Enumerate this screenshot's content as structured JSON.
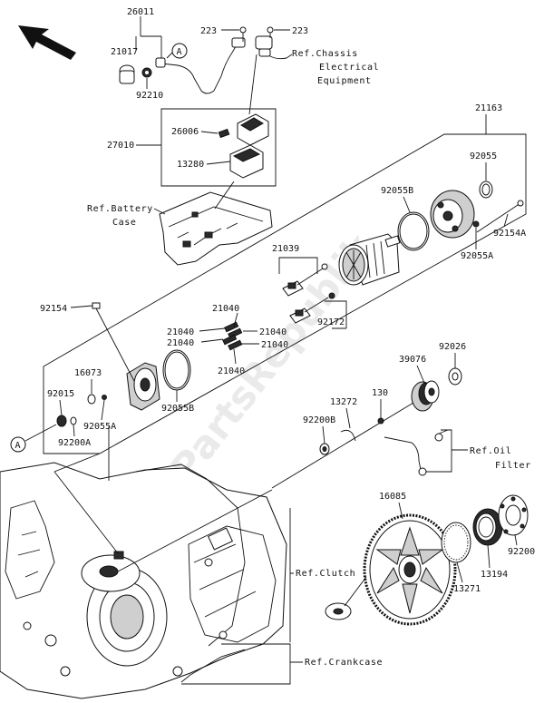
{
  "labels": {
    "p26011": "26011",
    "p21017": "21017",
    "p92210": "92210",
    "p223a": "223",
    "p223b": "223",
    "p27010": "27010",
    "p26006": "26006",
    "p13280": "13280",
    "p21163": "21163",
    "p92055": "92055",
    "p92055B_top": "92055B",
    "p92154A": "92154A",
    "p92055A_top": "92055A",
    "p21039": "21039",
    "p92172": "92172",
    "p92154": "92154",
    "p21040_a": "21040",
    "p21040_b": "21040",
    "p21040_c": "21040",
    "p21040_d": "21040",
    "p21040_e": "21040",
    "p21040_f": "21040",
    "p16073": "16073",
    "p92015": "92015",
    "p92055A_low": "92055A",
    "p92200A": "92200A",
    "p92055B_low": "92055B",
    "p39076": "39076",
    "p92026": "92026",
    "p13272": "13272",
    "p130": "130",
    "p92200B": "92200B",
    "p16085": "16085",
    "p92200": "92200",
    "p13194": "13194",
    "p13271": "13271"
  },
  "refs": {
    "chassis_1": "Ref.Chassis",
    "chassis_2": "Electrical",
    "chassis_3": "Equipment",
    "battery_1": "Ref.Battery",
    "battery_2": "Case",
    "oil_1": "Ref.Oil",
    "oil_2": "Filter",
    "clutch": "Ref.Clutch",
    "crankcase": "Ref.Crankcase"
  },
  "markers": {
    "a_top": "A",
    "a_low": "A"
  },
  "watermark": "PartsRepublik"
}
